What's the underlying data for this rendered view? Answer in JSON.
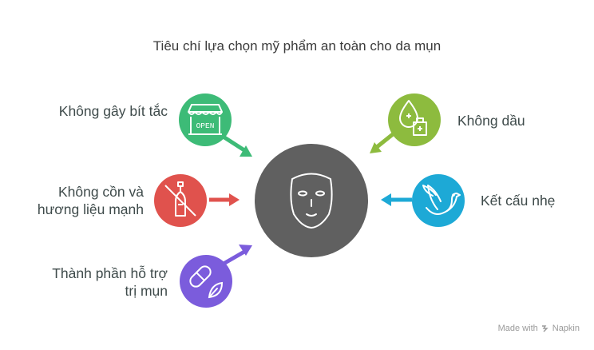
{
  "title": "Tiêu chí lựa chọn mỹ phẩm an toàn cho da mụn",
  "center": {
    "icon": "face-mask-icon",
    "color": "#606060"
  },
  "criteria": [
    {
      "label": "Không gây bít tắc",
      "icon": "open-store-icon",
      "color": "#3dbb77",
      "side": "left"
    },
    {
      "label": "Không cồn và hương liệu mạnh",
      "icon": "no-alcohol-bottle-icon",
      "color": "#e0524d",
      "side": "left"
    },
    {
      "label": "Thành phần hỗ trợ trị mụn",
      "icon": "capsule-leaf-icon",
      "color": "#7b5cdc",
      "side": "left"
    },
    {
      "label": "Không dầu",
      "icon": "oil-drop-hospital-icon",
      "color": "#8dbb3e",
      "side": "right"
    },
    {
      "label": "Kết cấu nhẹ",
      "icon": "dove-icon",
      "color": "#1da9d6",
      "side": "right"
    }
  ],
  "watermark": {
    "made_with": "Made with",
    "brand": "Napkin"
  }
}
